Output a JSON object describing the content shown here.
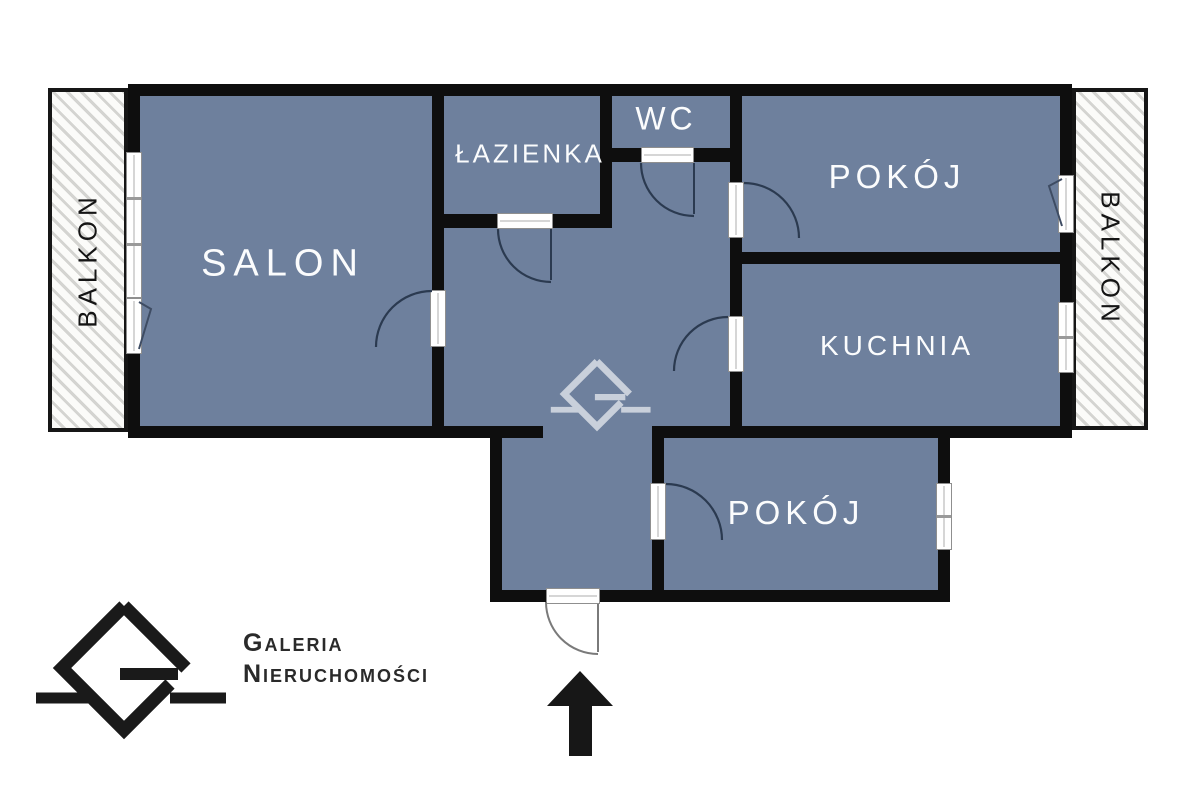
{
  "plan": {
    "rooms": [
      {
        "key": "salon",
        "label": "SALON"
      },
      {
        "key": "lazienka",
        "label": "ŁAZIENKA"
      },
      {
        "key": "wc",
        "label": "WC"
      },
      {
        "key": "pokoj_top",
        "label": "POKÓJ"
      },
      {
        "key": "kuchnia",
        "label": "KUCHNIA"
      },
      {
        "key": "pokoj_bottom",
        "label": "POKÓJ"
      }
    ],
    "balcony_left": {
      "label": "BALKON"
    },
    "balcony_right": {
      "label": "BALKON"
    }
  },
  "branding": {
    "name_line1": "Galeria",
    "name_line2": "Nieruchomości"
  },
  "colors": {
    "floor": "#6e809d",
    "wall": "#0e0e0e",
    "balcony_stripe": "#d4d4d1",
    "door_arc": "#2b3a50",
    "watermark": "#c9d0db",
    "logo": "#1a1a1a",
    "room_label_text": "#fbfcfd"
  }
}
